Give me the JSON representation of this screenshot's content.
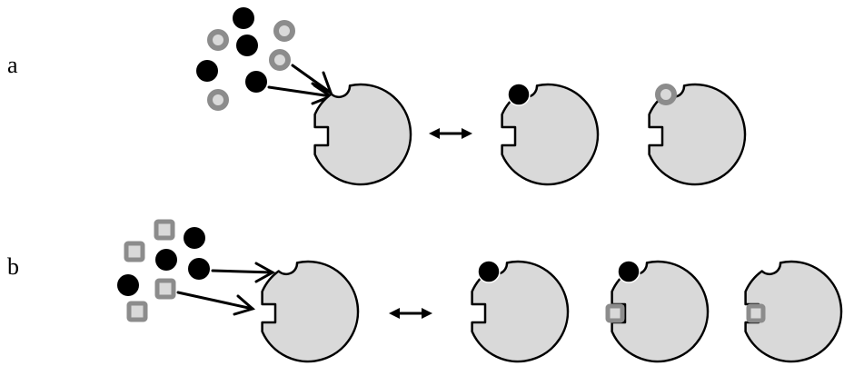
{
  "panels": [
    {
      "id": "a",
      "label": "a"
    },
    {
      "id": "b",
      "label": "b"
    }
  ],
  "colors": {
    "enzyme_fill": "#d9d9d9",
    "outline": "#000000",
    "black_ligand": "#000000",
    "grey_ligand": "#8c8c8c",
    "grey_inner": "#d9d9d9"
  },
  "icons": {
    "enzyme": "enzyme-body-icon",
    "black_ligand": "black-circle-ligand-icon",
    "grey_ring_ligand": "grey-ring-ligand-icon",
    "grey_square_ligand": "grey-square-ligand-icon",
    "binding_arrow": "arrow-icon",
    "equilibrium_arrow": "double-arrow-icon"
  }
}
